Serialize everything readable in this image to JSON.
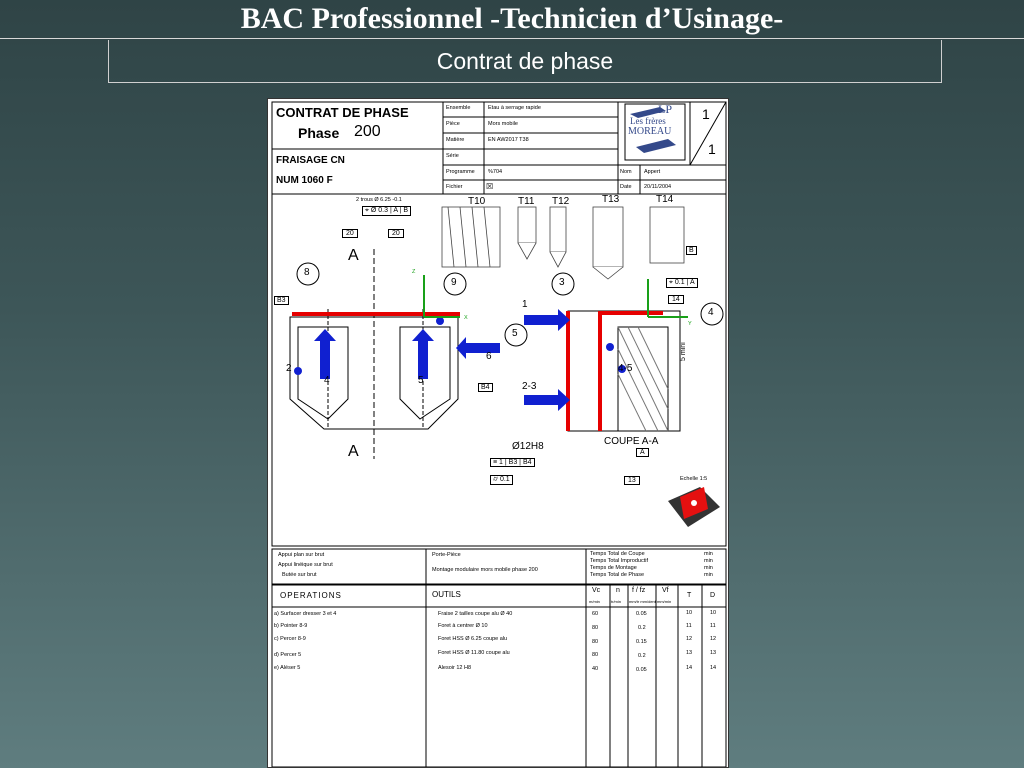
{
  "slide": {
    "title": "BAC Professionnel -Technicien d’Usinage-",
    "subtitle": "Contrat de phase"
  },
  "header": {
    "doc_title": "CONTRAT DE PHASE",
    "phase_label": "Phase",
    "phase_number": "200",
    "process": "FRAISAGE CN",
    "machine": "NUM 1060 F",
    "fields": [
      {
        "label": "Ensemble",
        "value": "Etau à serrage rapide"
      },
      {
        "label": "Pièce",
        "value": "Mors mobile"
      },
      {
        "label": "Matière",
        "value": "EN AW2017 T38"
      },
      {
        "label": "Série",
        "value": ""
      },
      {
        "label": "Programme",
        "value": "%704"
      },
      {
        "label": "Fichier",
        "value": ""
      }
    ],
    "author_label": "Nom",
    "author": "Appert",
    "date_label": "Date",
    "date": "20/11/2004",
    "logo_lp": "LP",
    "logo_line1": "Les frères",
    "logo_line2": "MOREAU",
    "page_current": "1",
    "page_total": "1"
  },
  "drawing": {
    "tools": [
      "T10",
      "T11",
      "T12",
      "T13",
      "T14"
    ],
    "top_note": "2 trous Ø 6.25 -0.1",
    "tol_top": [
      "Ø 0.3",
      "A",
      "B"
    ],
    "dims": [
      "20",
      "20"
    ],
    "section_letter_top": "A",
    "section_letter_bottom": "A",
    "bubbles": [
      "8",
      "9",
      "3",
      "5",
      "4"
    ],
    "ref_b3": "B3",
    "ref_b4": "B4",
    "ref_b": "B",
    "tol_right": [
      "0.1",
      "A"
    ],
    "dim_14": "14",
    "label_5mini": "5 mini",
    "labels_pts": [
      "1",
      "2",
      "4",
      "5",
      "6",
      "2-3",
      "4-5"
    ],
    "coupe": "COUPE A-A",
    "ref_a": "A",
    "hole_spec": "Ø12H8",
    "tol_bottom1": [
      "B3",
      "B4"
    ],
    "tol_bottom1_val": "1",
    "tol_bottom2_val": "0.1",
    "dim_13": "13",
    "echelle": "Echelle 1:5",
    "axis_z": "Z",
    "axis_x": "X",
    "axis_y": "Y"
  },
  "supports": {
    "appuis": [
      "Appui plan sur brut",
      "Appui linéique sur brut",
      "Butée sur brut"
    ],
    "porte_piece_label": "Porte-Pièce",
    "porte_piece": "Montage modulaire mors mobile phase 200",
    "times": [
      {
        "label": "Temps Total de Coupe",
        "unit": "min"
      },
      {
        "label": "Temps Total Improductif",
        "unit": "min"
      },
      {
        "label": "Temps de Montage",
        "unit": "min"
      },
      {
        "label": "Temps Total de Phase",
        "unit": "min"
      }
    ]
  },
  "operations": {
    "headers": {
      "ops": "OPERATIONS",
      "tools": "OUTILS",
      "vc": "Vc",
      "n": "n",
      "f": "f / fz",
      "vf": "Vf",
      "t": "T",
      "d": "D"
    },
    "units": {
      "vc": "m/min",
      "n": "tr/min",
      "f": "mm/tr mm/dent",
      "vf": "mm/min"
    },
    "rows": [
      {
        "op": "a) Surfacer dresser 3 et 4",
        "tool": "Fraise 2 tailles coupe alu Ø 40",
        "vc": "60",
        "f": "0.05",
        "t": "10",
        "d": "10"
      },
      {
        "op": "b) Pointer 8-9",
        "tool": "Foret à centrer Ø 10",
        "vc": "80",
        "f": "0.2",
        "t": "11",
        "d": "11"
      },
      {
        "op": "c) Percer 8-9",
        "tool": "Foret HSS Ø 6.25 coupe alu",
        "vc": "80",
        "f": "0.15",
        "t": "12",
        "d": "12"
      },
      {
        "op": "d) Percer 5",
        "tool": "Foret HSS Ø 11.80 coupe alu",
        "vc": "80",
        "f": "0.2",
        "t": "13",
        "d": "13"
      },
      {
        "op": "e) Aléser 5",
        "tool": "Alesoir 12 H8",
        "vc": "40",
        "f": "0.05",
        "t": "14",
        "d": "14"
      }
    ]
  }
}
